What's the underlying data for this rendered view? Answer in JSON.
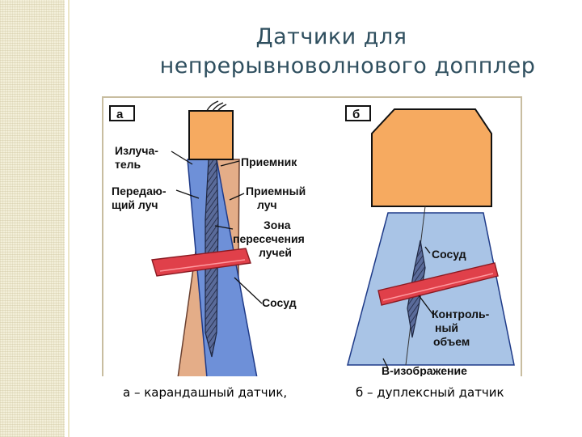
{
  "title": {
    "line1": "Датчики для",
    "line2": "непрерывноволнового допплер"
  },
  "panel_a": {
    "tag": "а",
    "emitter": [
      "Излуча-",
      "тель"
    ],
    "receiver": "Приемник",
    "transmit_beam": [
      "Передаю-",
      "щий луч"
    ],
    "receive_beam": [
      "Приемный",
      "луч"
    ],
    "overlap_zone": [
      "Зона",
      "пересечения",
      "лучей"
    ],
    "vessel": "Сосуд"
  },
  "panel_b": {
    "tag": "б",
    "vessel": "Сосуд",
    "sample_volume": [
      "Контроль-",
      "ный",
      "объем"
    ],
    "b_mode": "В-изображение"
  },
  "captions": {
    "a": "а – карандашный датчик,",
    "b": "б – дуплексный датчик"
  },
  "colors": {
    "probe": "#f6aa60",
    "transmit_beam": "#6e90d8",
    "receive_beam": "#e4ad88",
    "b_mode_field": "#a9c4e6",
    "vessel": "#e0404a",
    "title": "#2f4f5f"
  }
}
